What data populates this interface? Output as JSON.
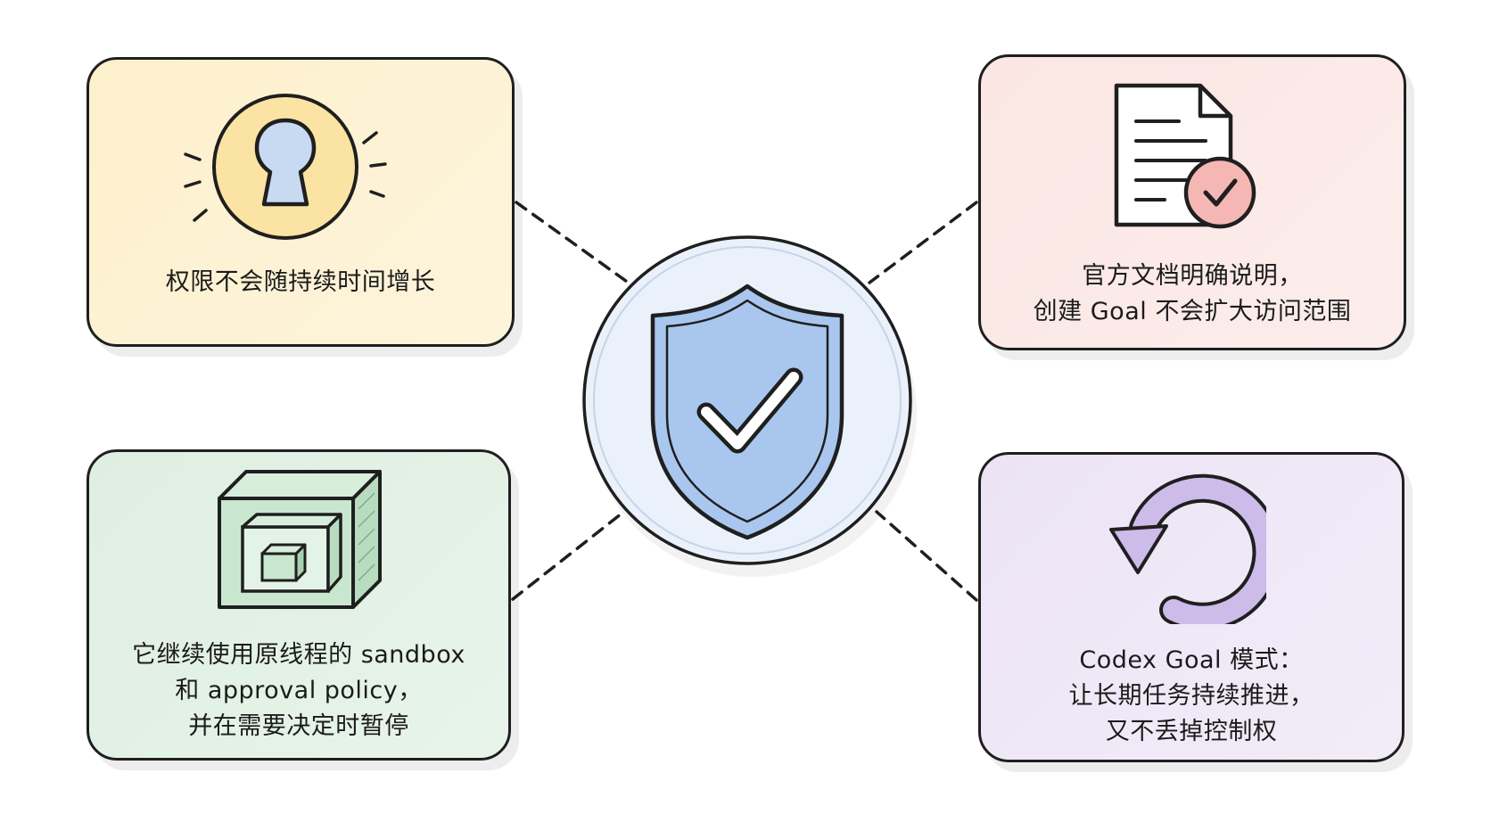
{
  "center": {
    "icon": "shield-check-icon"
  },
  "cards": {
    "top_left": {
      "icon": "keyhole-lock-icon",
      "lines": [
        "权限不会随持续时间增长"
      ]
    },
    "top_right": {
      "icon": "document-check-icon",
      "lines": [
        "官方文档明确说明，",
        "创建 Goal 不会扩大访问范围"
      ]
    },
    "bottom_left": {
      "icon": "sandbox-box-icon",
      "lines": [
        "它继续使用原线程的 sandbox",
        "和 approval policy，",
        "并在需要决定时暂停"
      ]
    },
    "bottom_right": {
      "icon": "loop-arrow-icon",
      "lines": [
        "Codex Goal 模式：",
        "让长期任务持续推进，",
        "又不丢掉控制权"
      ]
    }
  },
  "colors": {
    "outline": "#1f1f1f",
    "yellow_card": "#fdf1d0",
    "pink_card": "#fbe8e5",
    "green_card": "#e1f0e3",
    "purple_card": "#eee6f6",
    "shield_blue": "#a9c6ef",
    "center_circle": "#eaf1fb",
    "keyhole_circle": "#fbe3a4",
    "check_circle": "#f5b7b3",
    "arrow_purple": "#cdbbea",
    "box_green": "#c9e6cf"
  }
}
